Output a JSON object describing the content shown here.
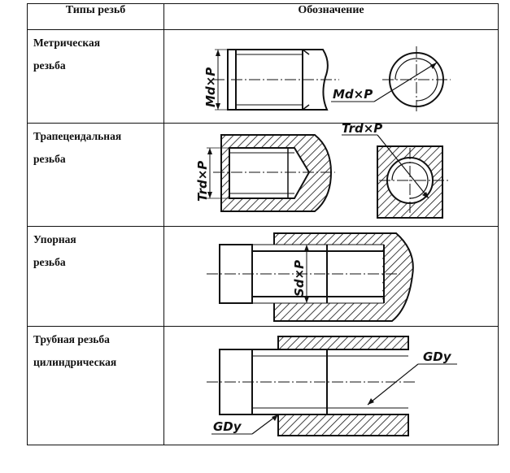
{
  "table": {
    "headers": [
      "Типы резьб",
      "Обозначение"
    ],
    "rows": [
      {
        "name_line1": "Метрическая",
        "name_line2": "резьба",
        "designation_labels": [
          "Md×P",
          "Md×P"
        ]
      },
      {
        "name_line1": "Трапецеидальная",
        "name_line2": "резьба",
        "designation_labels": [
          "Trd×P",
          "Trd×P"
        ]
      },
      {
        "name_line1": "Упорная",
        "name_line2": "резьба",
        "designation_labels": [
          "Sd×P"
        ]
      },
      {
        "name_line1": "Трубная резьба",
        "name_line2": "цилиндрическая",
        "designation_labels": [
          "GDy",
          "GDy"
        ]
      }
    ]
  }
}
